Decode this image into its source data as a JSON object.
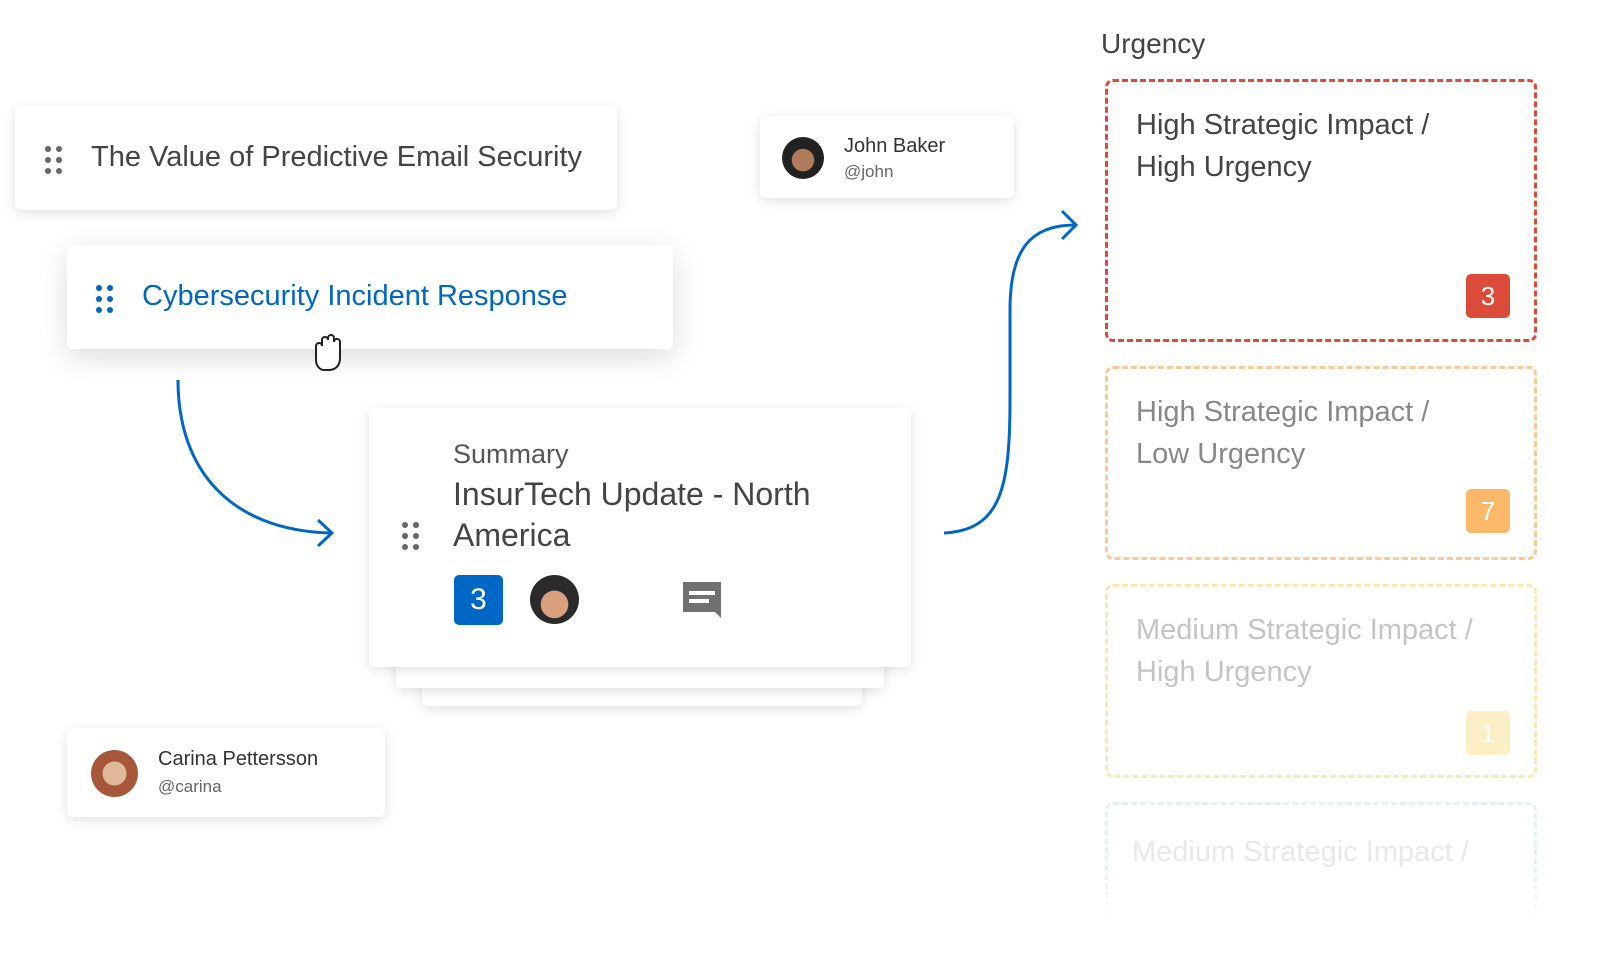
{
  "cards": {
    "top": "The Value of Predictive Email Security",
    "dragging": "Cybersecurity Incident Response",
    "summary_label": "Summary",
    "summary_title": "InsurTech Update - North America",
    "summary_count": "3"
  },
  "users": {
    "john": {
      "name": "John Baker",
      "handle": "@john"
    },
    "carina": {
      "name": "Carina Pettersson",
      "handle": "@carina"
    }
  },
  "urgency": {
    "heading": "Urgency",
    "zones": [
      {
        "title": "High Strategic Impact / High Urgency",
        "count": "3",
        "color": "#dc4b3a"
      },
      {
        "title": "High Strategic Impact / Low Urgency",
        "count": "7",
        "color": "#fbb86a"
      },
      {
        "title": "Medium Strategic Impact / High Urgency",
        "count": "1",
        "color": "#fde3a0"
      },
      {
        "title": "Medium Strategic Impact /",
        "count": "",
        "color": "#d8e8f7"
      }
    ]
  },
  "colors": {
    "accent": "#0067c5"
  }
}
